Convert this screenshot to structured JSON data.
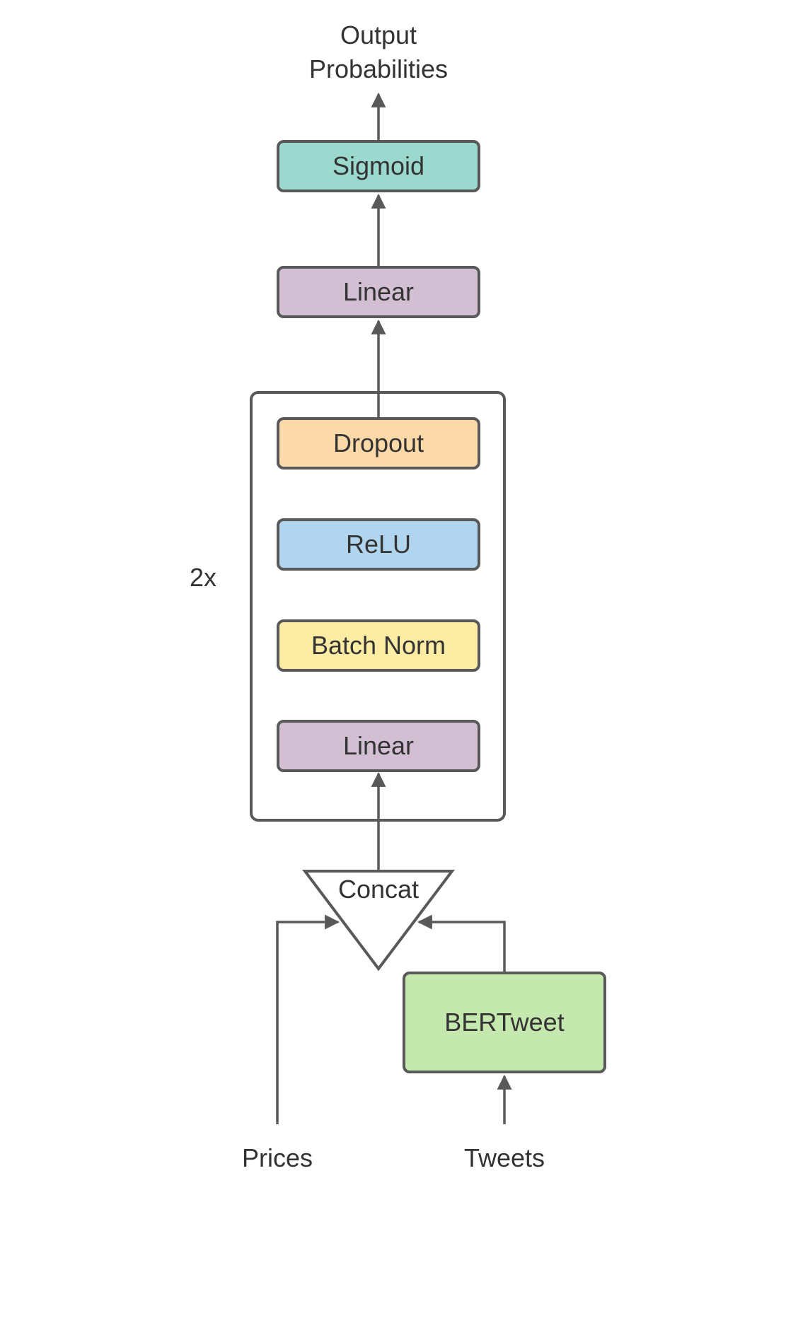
{
  "output_label_line1": "Output",
  "output_label_line2": "Probabilities",
  "layers": {
    "sigmoid": {
      "label": "Sigmoid",
      "color": "#9bd8cd"
    },
    "linear_top": {
      "label": "Linear",
      "color": "#d3bfd3"
    },
    "dropout": {
      "label": "Dropout",
      "color": "#fcd9a8"
    },
    "relu": {
      "label": "ReLU",
      "color": "#b1d5ee"
    },
    "batch_norm": {
      "label": "Batch Norm",
      "color": "#fdeca3"
    },
    "linear_inner": {
      "label": "Linear",
      "color": "#d3bfd3"
    },
    "bertweet": {
      "label": "BERTweet",
      "color": "#c5e8ae"
    }
  },
  "repeat_label": "2x",
  "concat_label": "Concat",
  "inputs": {
    "prices": "Prices",
    "tweets": "Tweets"
  },
  "stroke_color": "#595959"
}
